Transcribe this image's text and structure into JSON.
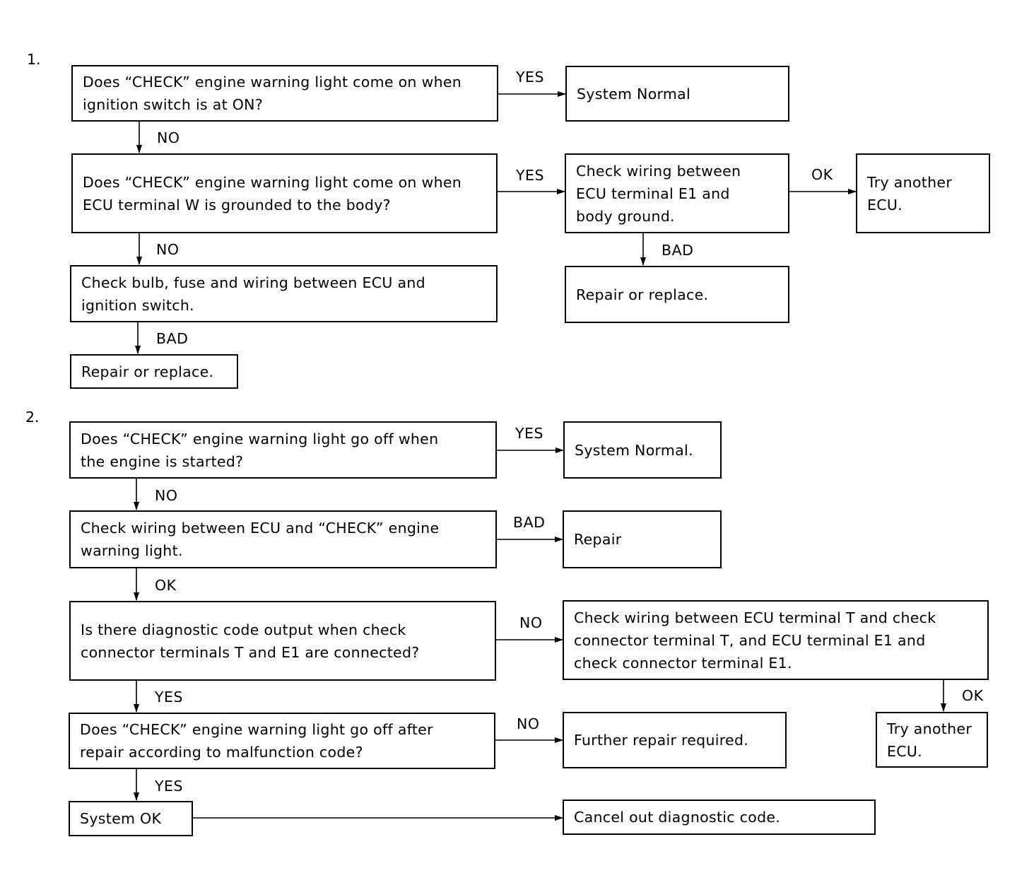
{
  "section1": {
    "number": "1.",
    "q1": "Does “CHECK” engine warning light come on when\nignition switch is at ON?",
    "q1_yes_label": "YES",
    "q1_yes_result": "System Normal",
    "q1_no_label": "NO",
    "q2": "Does “CHECK” engine warning light come on when\nECU terminal W is grounded to the body?",
    "q2_yes_label": "YES",
    "q2_yes_action": "Check wiring between\nECU terminal E1 and\nbody ground.",
    "q2_yes_ok_label": "OK",
    "q2_yes_ok_result": "Try another\nECU.",
    "q2_yes_bad_label": "BAD",
    "q2_yes_bad_result": "Repair or replace.",
    "q2_no_label": "NO",
    "check_bulb": "Check bulb, fuse and wiring between ECU and\nignition switch.",
    "check_bulb_bad_label": "BAD",
    "check_bulb_bad_result": "Repair or replace."
  },
  "section2": {
    "number": "2.",
    "q1": "Does “CHECK” engine warning light go off when\nthe engine is started?",
    "q1_yes_label": "YES",
    "q1_yes_result": "System Normal.",
    "q1_no_label": "NO",
    "check_wiring": "Check wiring between ECU and “CHECK” engine\nwarning light.",
    "check_wiring_bad_label": "BAD",
    "check_wiring_bad_result": "Repair",
    "check_wiring_ok_label": "OK",
    "q2": "Is there diagnostic code output when check\nconnector terminals T and E1 are connected?",
    "q2_no_label": "NO",
    "q2_no_action": "Check wiring between ECU terminal T and check\nconnector terminal T, and ECU terminal E1 and\ncheck connector terminal E1.",
    "q2_no_ok_label": "OK",
    "q2_no_ok_result": "Try another\nECU.",
    "q2_yes_label": "YES",
    "q3": "Does “CHECK” engine warning light go off after\nrepair according to malfunction code?",
    "q3_no_label": "NO",
    "q3_no_result": "Further repair required.",
    "q3_yes_label": "YES",
    "system_ok": "System OK",
    "cancel_code": "Cancel out diagnostic code."
  }
}
